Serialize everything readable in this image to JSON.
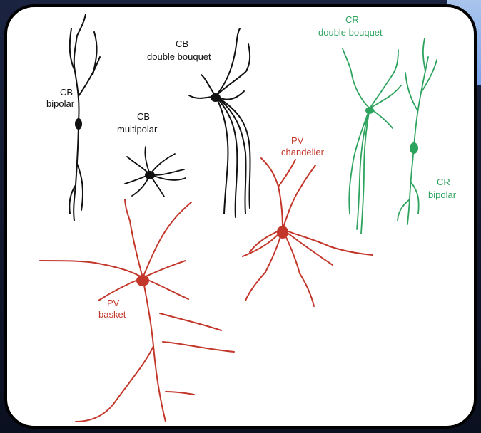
{
  "labels": {
    "cb_bipolar": [
      "CB",
      "bipolar"
    ],
    "cb_double_bouquet": [
      "CB",
      "double bouquet"
    ],
    "cb_multipolar": [
      "CB",
      "multipolar"
    ],
    "cr_double_bouquet": [
      "CR",
      "double bouquet"
    ],
    "pv_chandelier": [
      "PV",
      "chandelier"
    ],
    "cr_bipolar": [
      "CR",
      "bipolar"
    ],
    "pv_basket": [
      "PV",
      "basket"
    ]
  },
  "colors": {
    "cb": "#111111",
    "pv": "#c3372b",
    "cr": "#2ea35e"
  }
}
